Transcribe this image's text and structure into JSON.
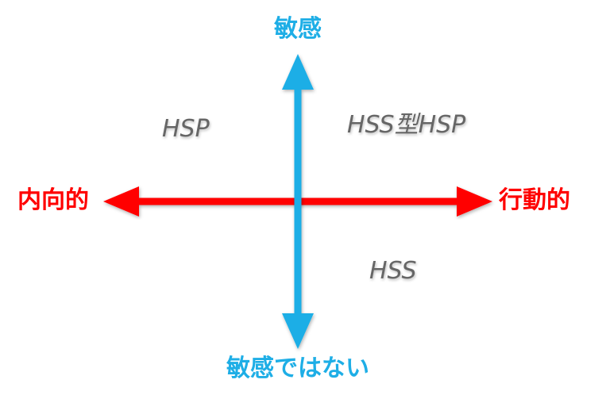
{
  "colors": {
    "vertical_axis": "#1eaee6",
    "horizontal_axis": "#ff0000",
    "quadrant_text": "#666666"
  },
  "axes": {
    "top": "敏感",
    "bottom": "敏感ではない",
    "left": "内向的",
    "right": "行動的"
  },
  "quadrants": {
    "top_left": "HSP",
    "top_right": "HSS型HSP",
    "bottom_right": "HSS"
  }
}
